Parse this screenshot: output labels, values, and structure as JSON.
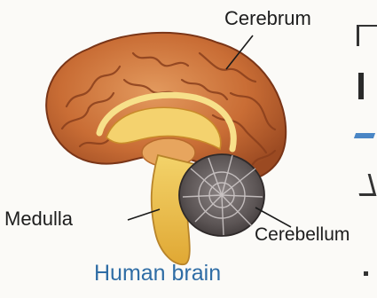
{
  "diagram": {
    "caption": "Human brain",
    "labels": {
      "cerebrum": "Cerebrum",
      "medulla": "Medulla",
      "cerebellum": "Cerebellum"
    }
  },
  "colors": {
    "cerebrum_fill": "#c66b34",
    "cerebrum_dark": "#8a3f1c",
    "inner_yellow": "#f0c13a",
    "cerebellum_fill": "#5d5656",
    "caption_text": "#2f6da5"
  }
}
